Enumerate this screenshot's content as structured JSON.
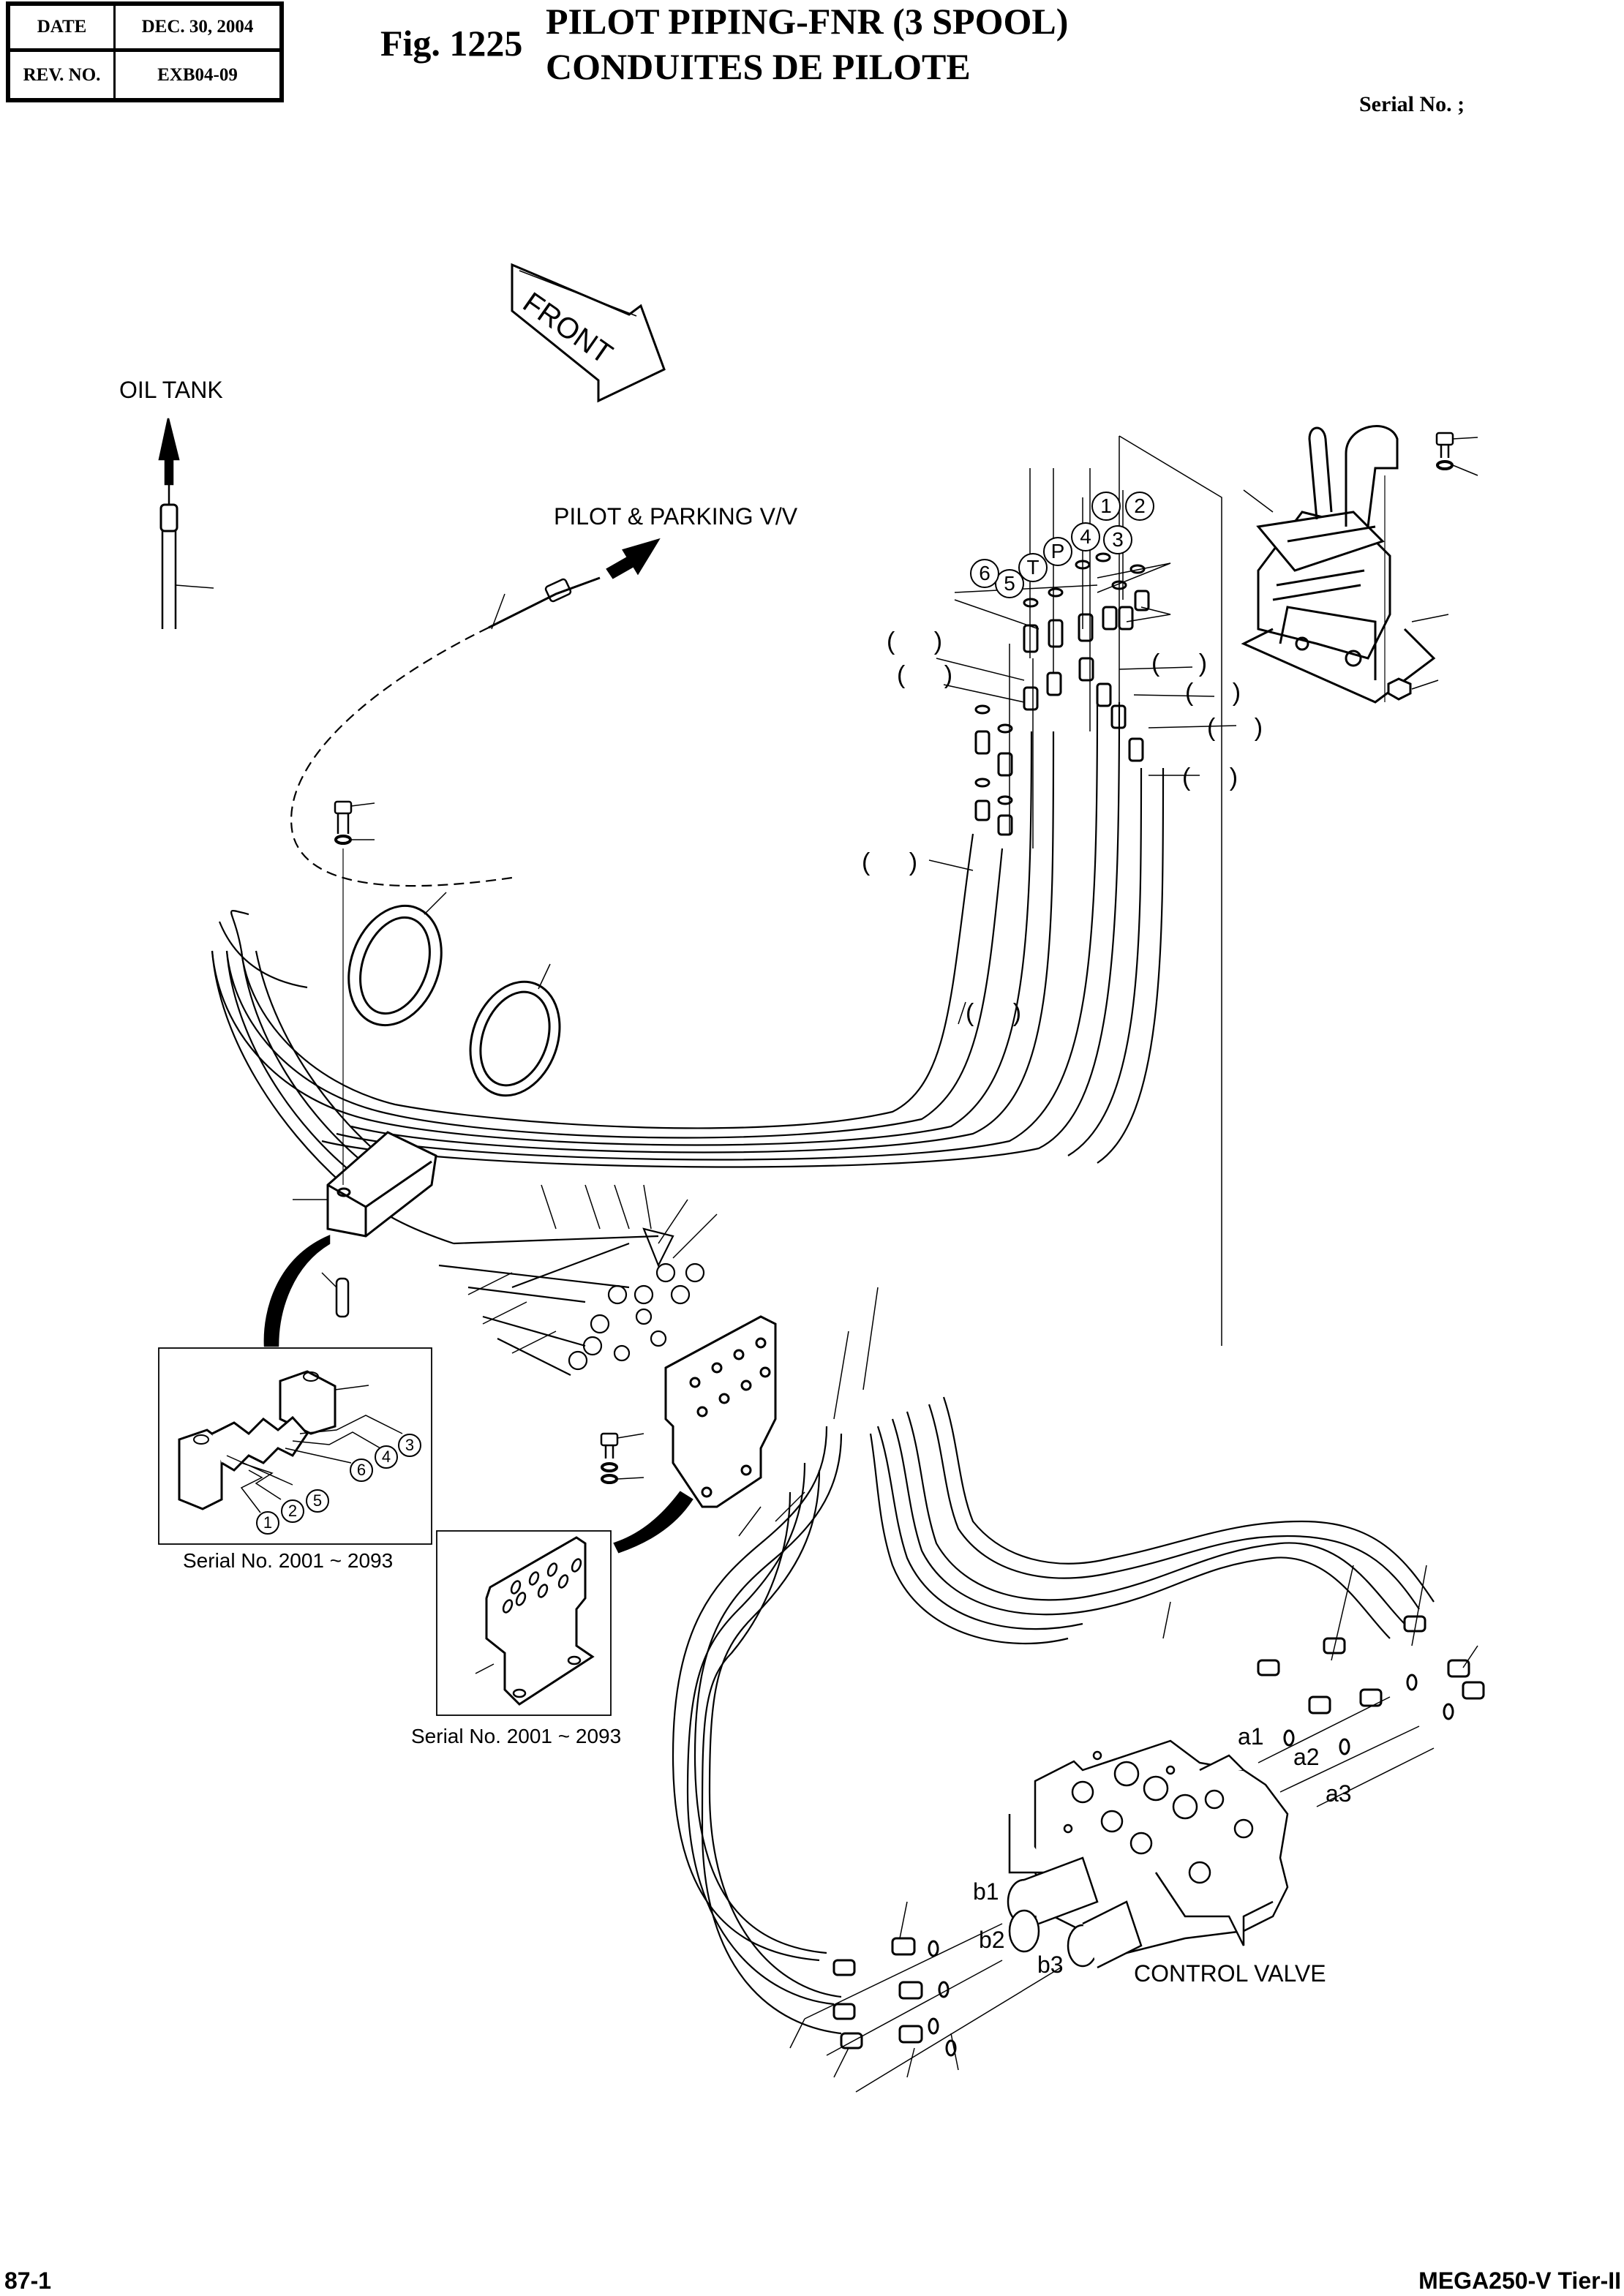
{
  "header": {
    "date_label": "DATE",
    "date_value": "DEC. 30, 2004",
    "rev_label": "REV. NO.",
    "rev_value": "EXB04-09",
    "figure_number": "Fig. 1225",
    "title_en": "PILOT PIPING-FNR (3 SPOOL)",
    "title_fr": "CONDUITES DE PILOTE",
    "serial_label": "Serial No. ;"
  },
  "diagram": {
    "direction_label": "FRONT",
    "oil_tank_label": "OIL TANK",
    "pilot_parking_label": "PILOT & PARKING V/V",
    "control_valve_label": "CONTROL VALVE",
    "pilot_valve_ports": [
      "1",
      "2",
      "3",
      "4",
      "P",
      "T",
      "5",
      "6"
    ],
    "control_valve_ports": [
      "a1",
      "a2",
      "a3",
      "b1",
      "b2",
      "b3"
    ],
    "blank_callouts": [
      "( )",
      "( )",
      "( )",
      "( )",
      "( )",
      "( )",
      "( )"
    ],
    "inset_clamp": {
      "ports": [
        "1",
        "2",
        "3",
        "4",
        "5",
        "6"
      ],
      "caption": "Serial No. 2001 ~ 2093"
    },
    "inset_bracket": {
      "caption": "Serial No. 2001 ~ 2093"
    }
  },
  "footer": {
    "page_number": "87-1",
    "model": "MEGA250-V Tier-II"
  }
}
